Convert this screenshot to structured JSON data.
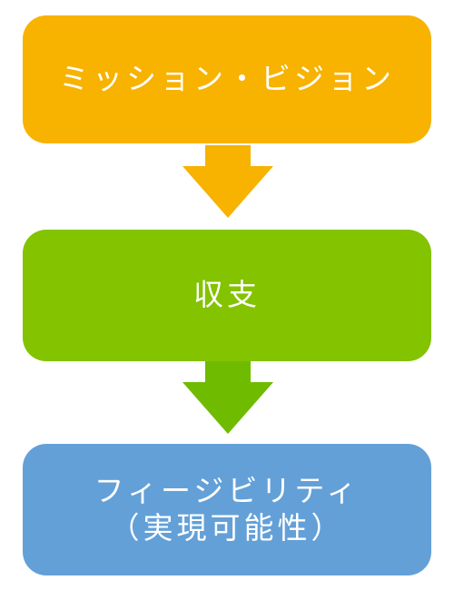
{
  "diagram": {
    "steps": [
      {
        "lines": [
          "ミッション・ビジョン"
        ],
        "color": "#f8b200"
      },
      {
        "lines": [
          "収支"
        ],
        "color": "#83c300"
      },
      {
        "lines": [
          "フィージビリティ",
          "（実現可能性）"
        ],
        "color": "#63a0d8"
      }
    ],
    "arrows": [
      {
        "color": "#f8b200"
      },
      {
        "color": "#6fbb00"
      }
    ]
  }
}
